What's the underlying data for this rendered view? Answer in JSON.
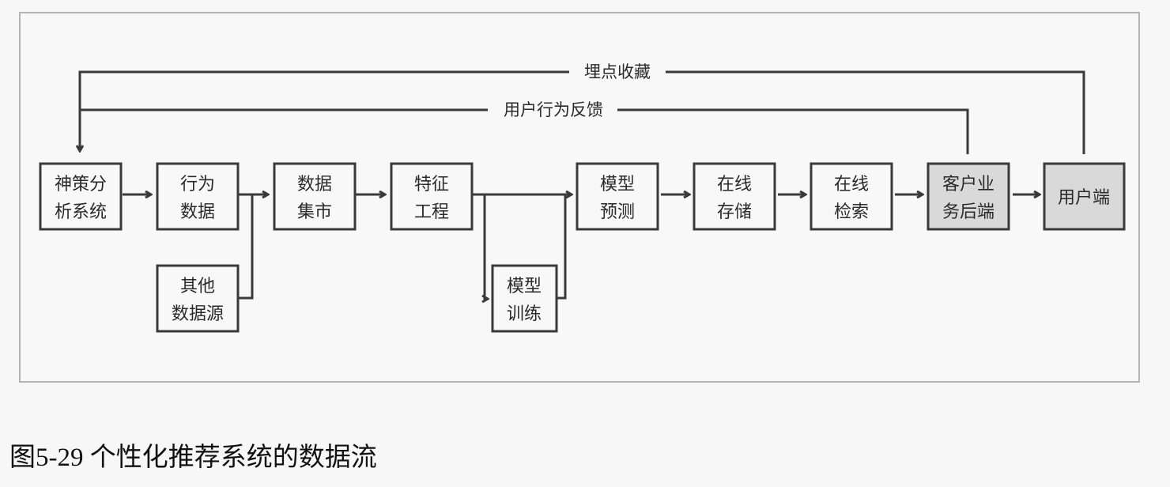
{
  "figure": {
    "caption": "图5-29 个性化推荐系统的数据流"
  },
  "nodes": {
    "decision": {
      "lines": [
        "神策分",
        "析系统"
      ]
    },
    "behavior": {
      "lines": [
        "行为",
        "数据"
      ]
    },
    "other_source": {
      "lines": [
        "其他",
        "数据源"
      ]
    },
    "data_mart": {
      "lines": [
        "数据",
        "集市"
      ]
    },
    "feature": {
      "lines": [
        "特征",
        "工程"
      ]
    },
    "train": {
      "lines": [
        "模型",
        "训练"
      ]
    },
    "predict": {
      "lines": [
        "模型",
        "预测"
      ]
    },
    "online_storage": {
      "lines": [
        "在线",
        "存储"
      ]
    },
    "online_search": {
      "lines": [
        "在线",
        "检索"
      ]
    },
    "backend": {
      "lines": [
        "客户业",
        "务后端"
      ]
    },
    "client": {
      "lines": [
        "用户端"
      ]
    }
  },
  "feedback": {
    "tracking_label": "埋点收藏",
    "behavior_label": "用户行为反馈"
  },
  "colors": {
    "stroke": "#3a3a3a",
    "shaded_fill": "#d9d9d9",
    "frame": "#b4b4b4"
  }
}
